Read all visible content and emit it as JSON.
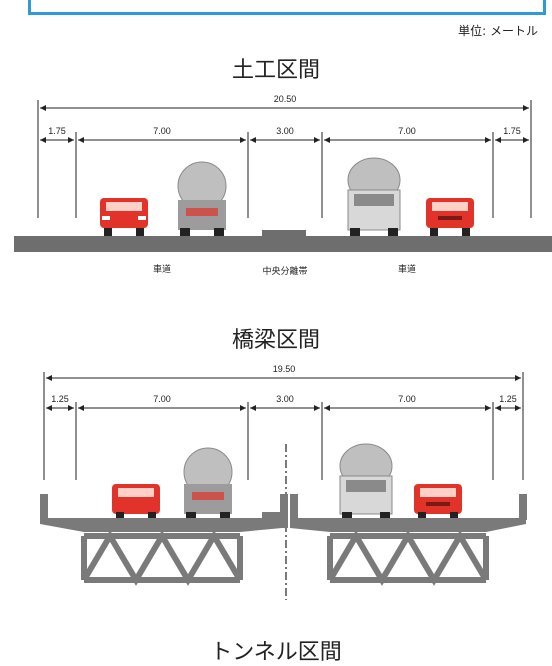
{
  "unit_label": "単位: メートル",
  "sections": [
    {
      "title": "土工区間",
      "total_width": "20.50",
      "dimensions": [
        "1.75",
        "7.00",
        "3.00",
        "7.00",
        "1.75"
      ],
      "labels": {
        "left_lane": "車道",
        "median": "中央分離帯",
        "right_lane": "車道"
      }
    },
    {
      "title": "橋梁区間",
      "total_width": "19.50",
      "dimensions": [
        "1.25",
        "7.00",
        "3.00",
        "7.00",
        "1.25"
      ]
    },
    {
      "title": "トンネル区間"
    }
  ],
  "colors": {
    "frame": "#2b9cd8",
    "road": "#6e6e6e",
    "car_red": "#e2332b",
    "truck": "#bfbfbf"
  }
}
